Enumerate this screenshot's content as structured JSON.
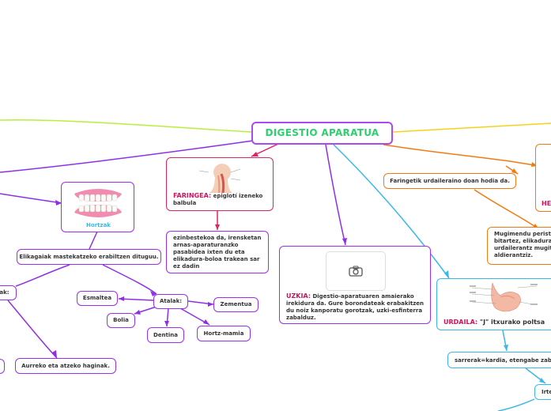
{
  "center": {
    "title": "DIGESTIO APARATUA"
  },
  "faringea": {
    "keyword": "FARINGEA:",
    "text": " epiglotí izeneko balbula"
  },
  "faringea_note": {
    "text": "ezinbestekoa da, irensketan arnas-aparaturanzko pasabidea ixten du eta elikadura-boloa trakean sar ez dadin"
  },
  "hortzak": {
    "label": "Hortzak"
  },
  "elikagaiak": {
    "text": "Elikagaiak mastekatzeko erabiltzen dituguu."
  },
  "atalak_left": {
    "text": "ak:"
  },
  "atalak": {
    "text": "Atalak:"
  },
  "esmaltea": {
    "text": "Esmaltea"
  },
  "bolia": {
    "text": "Bolia"
  },
  "dentina": {
    "text": "Dentina"
  },
  "hortz_mamia": {
    "text": "Hortz-mamia"
  },
  "zementua": {
    "text": "Zementua"
  },
  "aurreko": {
    "text": "Aurreko eta atzeko haginak."
  },
  "uzkia": {
    "keyword": "UZKIA:",
    "text": " Digestio-aparatuaren amaierako irekidura da. Gure borondateak erabakitzen du noiz kanporatu gorotzak, uzki-esfinterra zabalduz."
  },
  "hestegorria": {
    "text": "Faringetik urdaileraino doan hodia da."
  },
  "he_label": {
    "text": "HE"
  },
  "peristaltika": {
    "text": "Mugimendu perista bitartez, elikadura urdailerantz mugit aldierantziz."
  },
  "urdaila": {
    "keyword": "URDAILA:",
    "text": " \"J\" itxurako poltsa"
  },
  "sarrerak": {
    "text": "sarrerak=kardia, etengabe zab"
  },
  "irte": {
    "text": "Irte"
  },
  "colors": {
    "purple": "#9b2ff0",
    "pink": "#e0245e",
    "cyan": "#3bb8ea",
    "orange": "#f07b12",
    "lime": "#b8ef3a",
    "yellow": "#f2d31c",
    "green_title": "#2fcf6f"
  }
}
